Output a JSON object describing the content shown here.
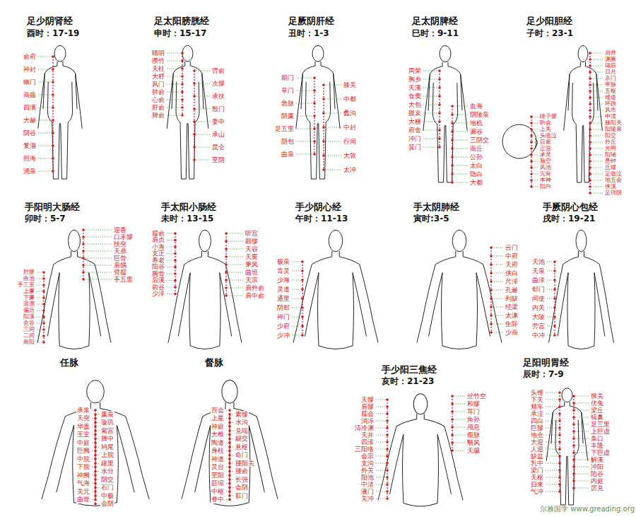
{
  "diagram": {
    "labels": [
      "足少阴肾经",
      "酉时：17-19",
      "俞府",
      "神封",
      "幽门",
      "商曲",
      "四满",
      "大赫",
      "阴谷",
      "复溜",
      "照海",
      "涌泉",
      "足太阳膀胱经",
      "申时：15-17",
      "睛明",
      "攒竹",
      "天柱",
      "大杼",
      "风门",
      "肺俞",
      "心俞",
      "肝俞",
      "脾俞",
      "肾俞",
      "次髎",
      "承扶",
      "殷门",
      "委中",
      "承山",
      "昆仑",
      "至阴",
      "足厥阴肝经",
      "丑时：1-3",
      "期门",
      "章门",
      "急脉",
      "阴廉",
      "足五里",
      "阴包",
      "曲泉",
      "膝关",
      "中都",
      "蠡沟",
      "中封",
      "行间",
      "大敦",
      "太冲",
      "足太阴脾经",
      "巳时：9-11",
      "周荣",
      "胸乡",
      "天溪",
      "食窦",
      "大包",
      "腹哀",
      "大横",
      "府舍",
      "冲门",
      "箕门",
      "血海",
      "阴陵泉",
      "地机",
      "漏谷",
      "三阴交",
      "商丘",
      "公孙",
      "太白",
      "隐白",
      "大都",
      "足少阳胆经",
      "子时：23-1",
      "肩井",
      "渊腋",
      "辄筋",
      "日月",
      "京门",
      "带脉",
      "五枢",
      "维道",
      "环跳",
      "风市",
      "中渎",
      "膝阳关",
      "阳陵泉",
      "阳交",
      "外丘",
      "光明",
      "阳辅",
      "悬钟",
      "丘墟",
      "足临泣",
      "地五会",
      "侠溪",
      "足窍阴",
      "瞳子髎",
      "听会",
      "上关",
      "头临泣",
      "目窗",
      "正营",
      "承灵",
      "脑空",
      "风池",
      "完骨",
      "本神",
      "阳白",
      "手阳明大肠经",
      "卯时：5-7",
      "迎香",
      "口禾髎",
      "扶突",
      "天鼎",
      "巨骨",
      "肩髃",
      "臂臑",
      "手五里",
      "肘髎",
      "曲池",
      "手三里",
      "上廉",
      "下廉",
      "温溜",
      "偏历",
      "阳溪",
      "合谷",
      "三间",
      "二间",
      "商阳",
      "手太阳小肠经",
      "未时：13-15",
      "臑俞",
      "肩贞",
      "小海",
      "支正",
      "养老",
      "阳谷",
      "腕骨",
      "后溪",
      "前谷",
      "少泽",
      "听宫",
      "颧髎",
      "天容",
      "天窗",
      "秉风",
      "曲垣",
      "天宗",
      "肩外俞",
      "肩中俞",
      "手少阴心经",
      "午时：11-13",
      "极泉",
      "青灵",
      "少海",
      "灵道",
      "通里",
      "阴郄",
      "神门",
      "少府",
      "少冲",
      "手太阴肺经",
      "寅时:3-5",
      "云门",
      "中府",
      "天府",
      "侠白",
      "尺泽",
      "孔最",
      "列缺",
      "经渠",
      "太渊",
      "鱼际",
      "少商",
      "手厥阴心包经",
      "戌时：19-21",
      "天池",
      "天泉",
      "曲泽",
      "郄门",
      "间使",
      "内关",
      "大陵",
      "劳宫",
      "中冲",
      "任脉",
      "承浆",
      "天突",
      "华盖",
      "玉堂",
      "中庭",
      "巨阙",
      "中脘",
      "下脘",
      "神阙",
      "气海",
      "关元",
      "曲骨",
      "廉泉",
      "璇玑",
      "紫宫",
      "膻中",
      "鸠尾",
      "上脘",
      "建里",
      "水分",
      "阴交",
      "石门",
      "中极",
      "会阴",
      "督脉",
      "百会",
      "上星",
      "神庭",
      "大椎",
      "陶道",
      "身柱",
      "神道",
      "灵台",
      "至阳",
      "筋缩",
      "中枢",
      "脊中",
      "素髎",
      "水沟",
      "兑端",
      "龈交",
      "悬枢",
      "命门",
      "腰阳关",
      "腰俞",
      "长强",
      "会阴",
      "肛门",
      "手少阳三焦经",
      "亥时：21-23",
      "天髎",
      "肩髎",
      "臑会",
      "消泺",
      "清冷渊",
      "天井",
      "四渎",
      "三阳络",
      "会宗",
      "支沟",
      "外关",
      "阳池",
      "中渚",
      "液门",
      "关冲",
      "丝竹空",
      "和髎",
      "耳门",
      "角孙",
      "颅息",
      "瘈脉",
      "翳风",
      "天牖",
      "足阳明胃经",
      "辰时：7-9",
      "头维",
      "下关",
      "颊车",
      "承泣",
      "四白",
      "巨髎",
      "地仓",
      "大迎",
      "人迎",
      "缺盆",
      "乳中",
      "梁门",
      "天枢",
      "归来",
      "气冲",
      "髀关",
      "伏兔",
      "梁丘",
      "犊鼻",
      "足三里",
      "上巨虚",
      "条口",
      "丰隆",
      "下巨虚",
      "解溪",
      "冲阳",
      "陷谷",
      "内庭",
      "厉兑",
      "尔雅国学 www.greading.org"
    ]
  }
}
